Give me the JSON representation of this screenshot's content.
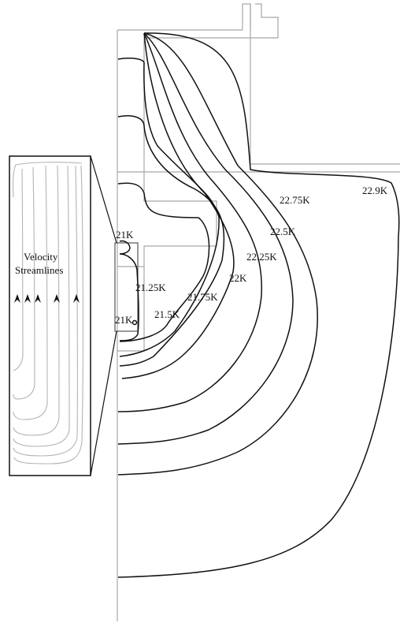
{
  "inset": {
    "title_line1": "Velocity",
    "title_line2": "Streamlines",
    "arrow_count": 5
  },
  "isotherms": [
    {
      "label": "21K"
    },
    {
      "label": "21K"
    },
    {
      "label": "21.25K"
    },
    {
      "label": "21.5K"
    },
    {
      "label": "21.75K"
    },
    {
      "label": "22K"
    },
    {
      "label": "22.25K"
    },
    {
      "label": "22.5K"
    },
    {
      "label": "22.75K"
    },
    {
      "label": "22.9K"
    }
  ],
  "colors": {
    "contour": "#111111",
    "geometry": "#a8a8a8",
    "streamline": "#b4b4b4"
  }
}
